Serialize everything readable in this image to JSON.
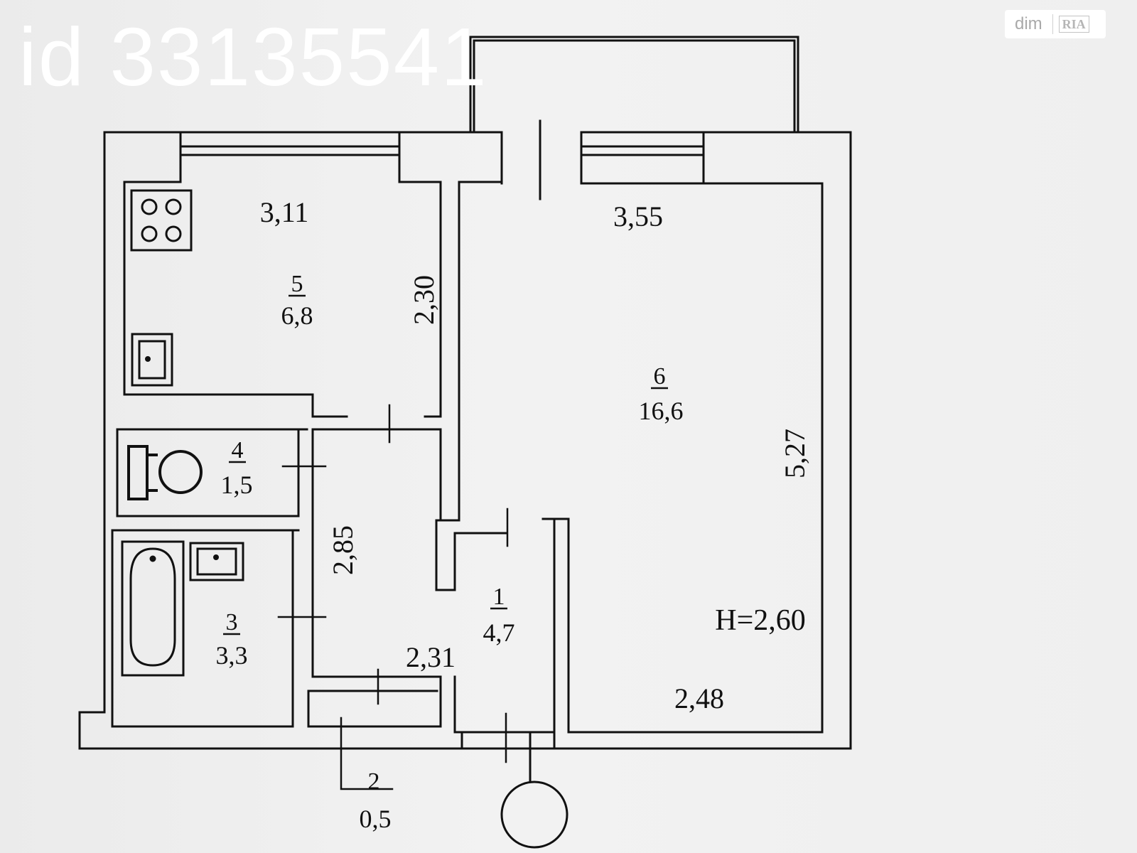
{
  "watermark": {
    "id_text": "id 33135541",
    "brand": "dim",
    "brand_mark": "RIA"
  },
  "plan": {
    "rooms": [
      {
        "number": "5",
        "area": "6,8"
      },
      {
        "number": "6",
        "area": "16,6"
      },
      {
        "number": "4",
        "area": "1,5"
      },
      {
        "number": "3",
        "area": "3,3"
      },
      {
        "number": "1",
        "area": "4,7"
      },
      {
        "number": "2",
        "area": "0,5"
      }
    ],
    "dimensions": {
      "kitchen_width": "3,11",
      "kitchen_height": "2,30",
      "living_width": "3,55",
      "living_height": "5,27",
      "living_bottom": "2,48",
      "corridor_height": "2,85",
      "corridor_width": "2,31"
    },
    "ceiling_height": "H=2,60"
  },
  "icons": [
    "stove-icon",
    "sink-icon",
    "toilet-icon",
    "bathtub-icon",
    "washbasin-icon",
    "entrance-icon"
  ],
  "colors": {
    "background": "#efefef",
    "line": "#111111",
    "watermark": "#ffffff"
  }
}
